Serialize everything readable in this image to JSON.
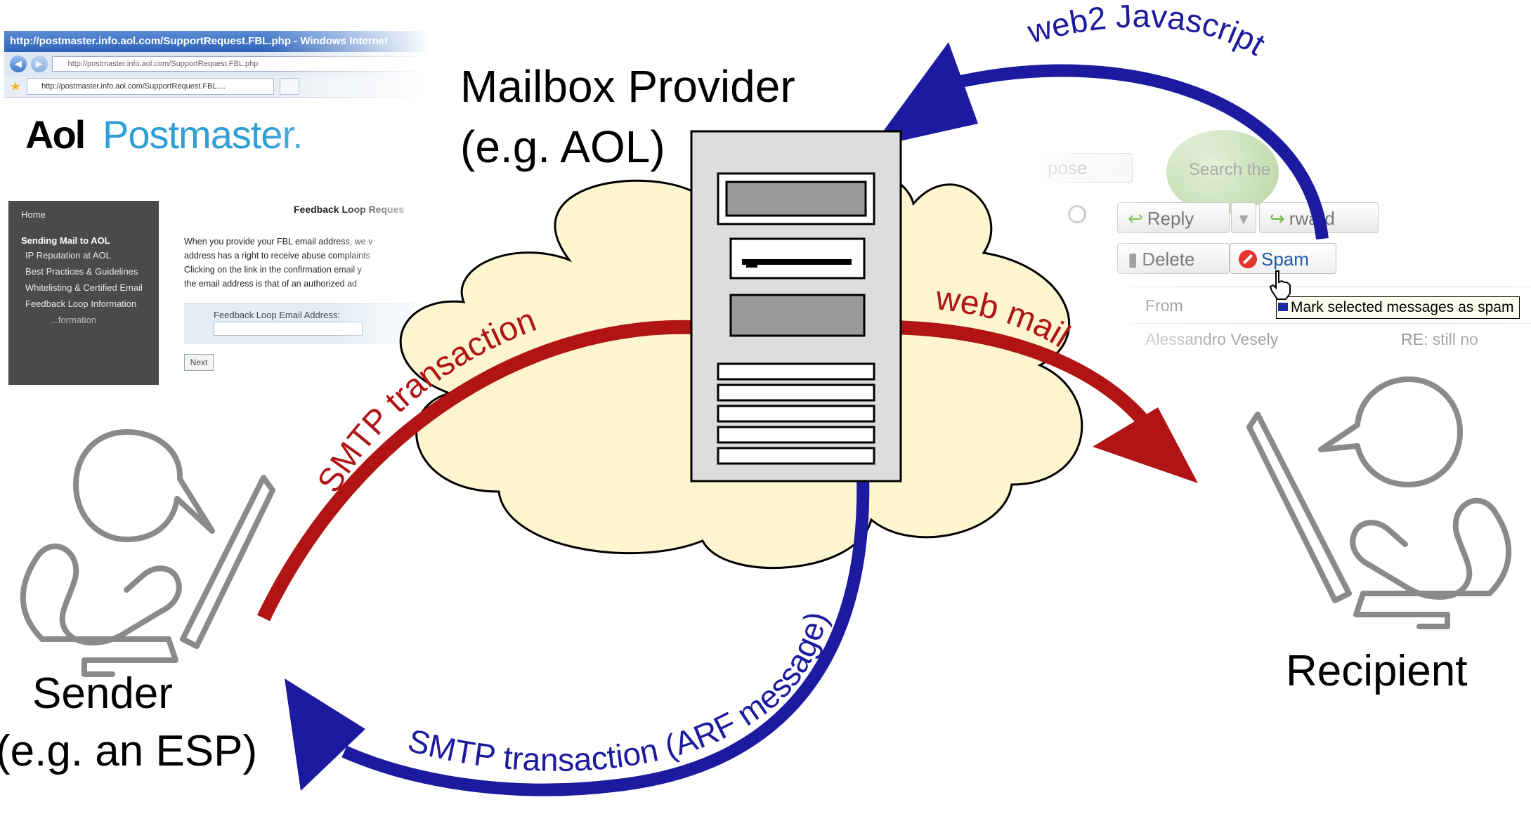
{
  "browser": {
    "window_title": "http://postmaster.info.aol.com/SupportRequest.FBL.php - Windows Internet",
    "address": "http://postmaster.info.aol.com/SupportRequest.FBL.php",
    "tab_label": "http://postmaster.info.aol.com/SupportRequest.FBL....",
    "logo_aol": "Aol",
    "logo_postmaster": "Postmaster.",
    "nav": [
      "Home",
      "Sending Mail to AOL",
      "IP Reputation at AOL",
      "Best Practices & Guidelines",
      "Whitelisting & Certified Email",
      "Feedback Loop Information",
      "...formation"
    ],
    "heading": "Feedback Loop Reques",
    "paragraph": [
      "When you provide your FBL email address, we v",
      "address has a right to receive abuse complaints",
      "Clicking on the link in the confirmation email y",
      "the email address is that of an authorized ad"
    ],
    "form_label": "Feedback Loop Email Address:",
    "next_button": "Next"
  },
  "webmail": {
    "compose": "pose",
    "search": "Search the",
    "reply": "Reply",
    "forward": "rward",
    "delete": "Delete",
    "spam": "Spam",
    "from_header": "From",
    "sender_name": "Alessandro Vesely",
    "subject": "RE: still no",
    "tooltip": "Mark selected messages as spam"
  },
  "labels": {
    "mailbox_provider": "Mailbox Provider",
    "mailbox_provider_example": "(e.g. AOL)",
    "sender": "Sender",
    "sender_example": "(e.g. an ESP)",
    "recipient": "Recipient",
    "smtp_transaction": "SMTP transaction",
    "web_mail": "web mail",
    "web2_javascript": "web2 Javascript",
    "smtp_arf": "SMTP transaction (ARF message)"
  },
  "colors": {
    "red_arrow": "#b01414",
    "blue_arrow": "#1c1a9e",
    "cloud_fill": "#fcf5cf",
    "person": "#8a8a8a"
  }
}
